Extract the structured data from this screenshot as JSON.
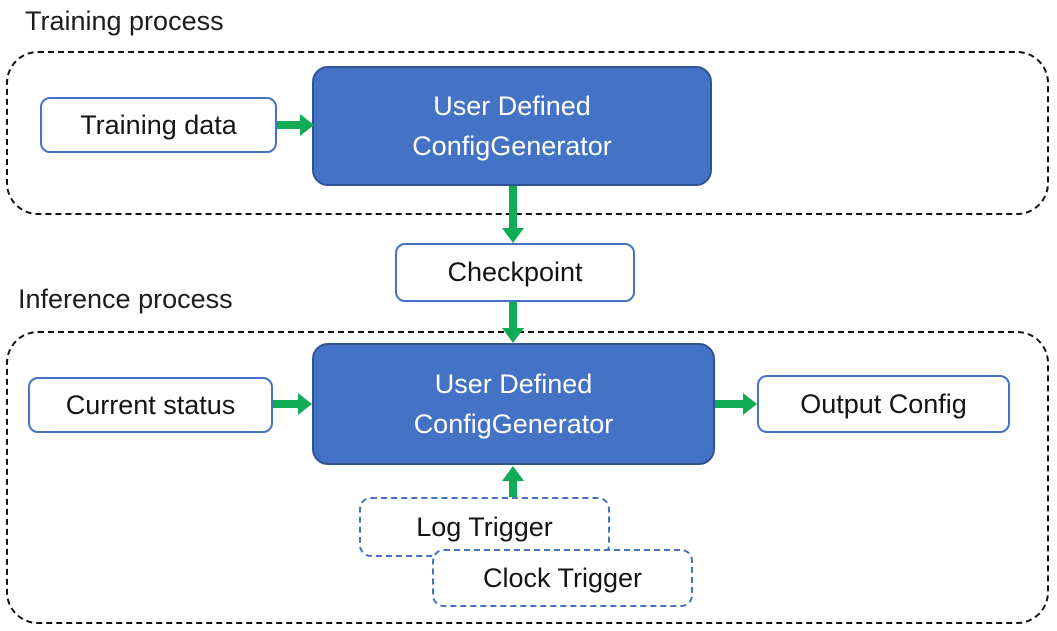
{
  "colors": {
    "generator_fill": "#4472C4",
    "generator_border": "#2F5496",
    "io_box_border": "#4472C4",
    "trigger_border": "#4472C4",
    "arrow_green": "#10AC55",
    "container_border": "#111111",
    "text_dark": "#141414",
    "text_light": "#FFFFFF"
  },
  "training": {
    "section_label": "Training process",
    "input_label": "Training data",
    "generator_line1": "User Defined",
    "generator_line2": "ConfigGenerator"
  },
  "checkpoint_label": "Checkpoint",
  "inference": {
    "section_label": "Inference process",
    "input_label": "Current status",
    "generator_line1": "User Defined",
    "generator_line2": "ConfigGenerator",
    "output_label": "Output Config",
    "triggers": [
      {
        "label": "Log Trigger"
      },
      {
        "label": "Clock Trigger"
      }
    ]
  }
}
